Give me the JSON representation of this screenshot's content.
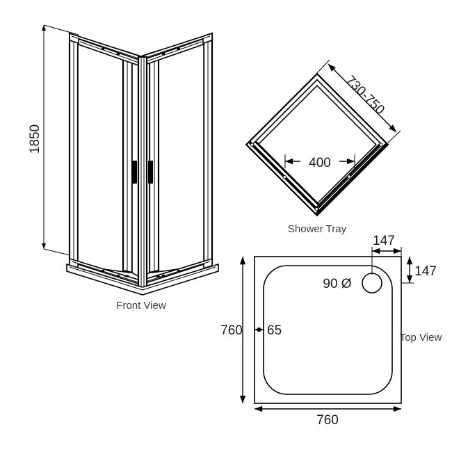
{
  "document": {
    "type": "technical-drawing",
    "subject": "Corner entry shower enclosure and square shower tray",
    "background_color": "#ffffff",
    "line_color": "#000000",
    "text_color": "#1a1a1a"
  },
  "views": {
    "front": {
      "label": "Front View",
      "height_dimension": "1850",
      "handles": 2
    },
    "tray_plan": {
      "label": "Shower Tray",
      "side_dimension": "730-750",
      "opening_dimension": "400"
    },
    "top": {
      "label": "Top View",
      "width_dimension": "760",
      "depth_dimension": "760",
      "drain_label": "90 Ø",
      "rim_dimension": "65",
      "drain_offset_x": "147",
      "drain_offset_y": "147"
    }
  },
  "annotations": {
    "height_1850": "1850",
    "tray_side_730_750": "730-750",
    "opening_400": "400",
    "width_760": "760",
    "depth_760": "760",
    "drain_dia_90": "90 Ø",
    "rim_65": "65",
    "offset_top_147": "147",
    "offset_side_147": "147",
    "front_view_label": "Front View",
    "shower_tray_label": "Shower Tray",
    "top_view_label": "Top View"
  }
}
